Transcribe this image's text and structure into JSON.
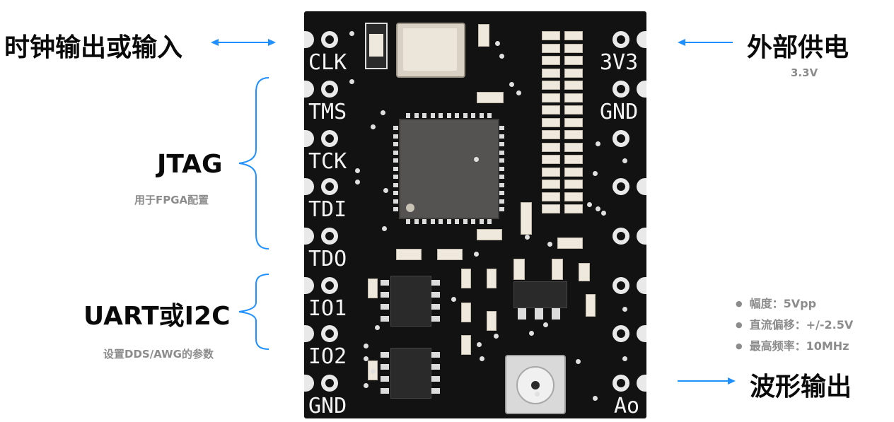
{
  "callouts": {
    "clock": {
      "title": "时钟输出或输入"
    },
    "jtag": {
      "title": "JTAG",
      "subtitle": "用于FPGA配置"
    },
    "uart": {
      "title": "UART或I2C",
      "subtitle": "设置DDS/AWG的参数"
    },
    "power": {
      "title": "外部供电",
      "subtitle": "3.3V"
    },
    "output": {
      "title": "波形输出"
    }
  },
  "specs": [
    "幅度：5Vpp",
    "直流偏移：+/-2.5V",
    "最高频率：10MHz"
  ],
  "pins_left": [
    "CLK",
    "TMS",
    "TCK",
    "TDI",
    "TDO",
    "IO1",
    "IO2",
    "GND"
  ],
  "pins_right": [
    "3V3",
    "GND",
    "Ao"
  ],
  "colors": {
    "accent": "#1e90ff",
    "board": "#121212",
    "silkscreen": "#f3f3f3",
    "muted_text": "#8c8c8c"
  }
}
